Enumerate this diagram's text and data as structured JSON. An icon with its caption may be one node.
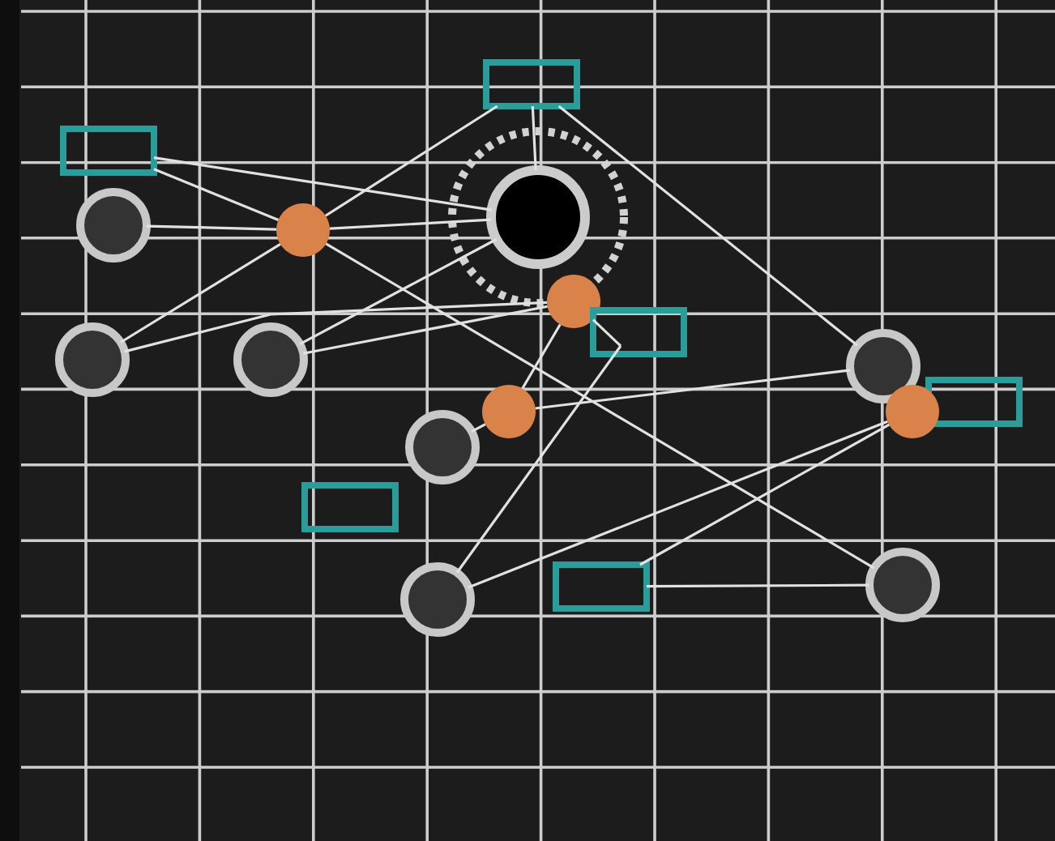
{
  "diagram": {
    "nodes": [
      {
        "text": [],
        "shape": "box"
      },
      {
        "text": [],
        "shape": "box"
      },
      {
        "text": [],
        "shape": "circle"
      },
      {
        "text": [],
        "shape": "ring"
      },
      {
        "text": [],
        "shape": "dot"
      },
      {
        "text": [],
        "shape": "dot"
      },
      {
        "text": [],
        "shape": "box"
      },
      {
        "text": [],
        "shape": "ring"
      },
      {
        "text": [],
        "shape": "ring"
      },
      {
        "text": [],
        "shape": "ring"
      },
      {
        "text": [],
        "shape": "box"
      },
      {
        "text": [],
        "shape": "dot"
      },
      {
        "text": [],
        "shape": "dot"
      },
      {
        "text": [],
        "shape": "ring"
      },
      {
        "text": [],
        "shape": "box"
      },
      {
        "text": [],
        "shape": "ring"
      },
      {
        "text": [],
        "shape": "box"
      },
      {
        "text": [],
        "shape": "ring"
      }
    ],
    "edges": [
      {
        "from": 1,
        "to": 4,
        "arrow": "none"
      },
      {
        "from": 1,
        "to": 2,
        "arrow": "none"
      },
      {
        "from": 3,
        "to": 4,
        "arrow": "none"
      },
      {
        "from": 4,
        "to": 2,
        "arrow": "none"
      },
      {
        "from": 4,
        "to": 0,
        "arrow": "none"
      },
      {
        "from": 4,
        "to": 7,
        "arrow": "none"
      },
      {
        "from": 4,
        "to": 15,
        "arrow": "none"
      },
      {
        "from": 8,
        "to": 2,
        "arrow": "none"
      },
      {
        "from": 7,
        "to": 5,
        "arrow": "none"
      },
      {
        "from": 8,
        "to": 5,
        "arrow": "none"
      },
      {
        "from": 0,
        "to": 2,
        "arrow": "none"
      },
      {
        "from": 0,
        "to": 9,
        "arrow": "none"
      },
      {
        "from": 5,
        "to": 11,
        "arrow": "none"
      },
      {
        "from": 5,
        "to": 6,
        "arrow": "none"
      },
      {
        "from": 6,
        "to": 17,
        "arrow": "none"
      },
      {
        "from": 11,
        "to": 13,
        "arrow": "none"
      },
      {
        "from": 11,
        "to": 9,
        "arrow": "none"
      },
      {
        "from": 17,
        "to": 12,
        "arrow": "none"
      },
      {
        "from": 16,
        "to": 12,
        "arrow": "none"
      },
      {
        "from": 16,
        "to": 15,
        "arrow": "none"
      }
    ]
  }
}
